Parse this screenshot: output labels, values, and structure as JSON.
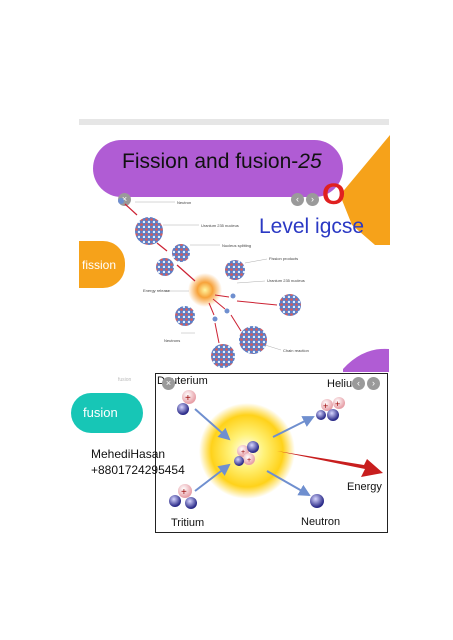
{
  "title": {
    "main": "Fission and fusion-",
    "number": "25"
  },
  "subtitle": {
    "o_letter": "O",
    "level": "Level igcse"
  },
  "tabs": {
    "fission": "fission",
    "fusion": "fusion",
    "faint": "fusion"
  },
  "fission_diagram": {
    "labels": {
      "neutron": "Neutron",
      "uranium_nucleus": "Uranium 235 nucleus",
      "nucleus_splitting": "Nucleus splitting",
      "fission_products": "Fission products",
      "energy_release": "Energy release",
      "uranium_nucleus_2": "Uranium 235 nucleus",
      "neutrons": "Neutrons",
      "chain_reaction": "Chain reaction"
    }
  },
  "fusion_diagram": {
    "labels": {
      "deuterium": "Deuterium",
      "helium": "Helium",
      "energy": "Energy",
      "tritium": "Tritium",
      "neutron": "Neutron"
    }
  },
  "author": {
    "name": "MehediHasan",
    "phone": "+8801724295454"
  },
  "colors": {
    "title_pill": "#b05cd4",
    "accent_yellow": "#f6a21a",
    "accent_teal": "#17c6b6",
    "level_blue": "#2b39c4",
    "o_red": "#e02020"
  },
  "icons": [
    "prev-arrow-icon",
    "next-arrow-icon"
  ]
}
